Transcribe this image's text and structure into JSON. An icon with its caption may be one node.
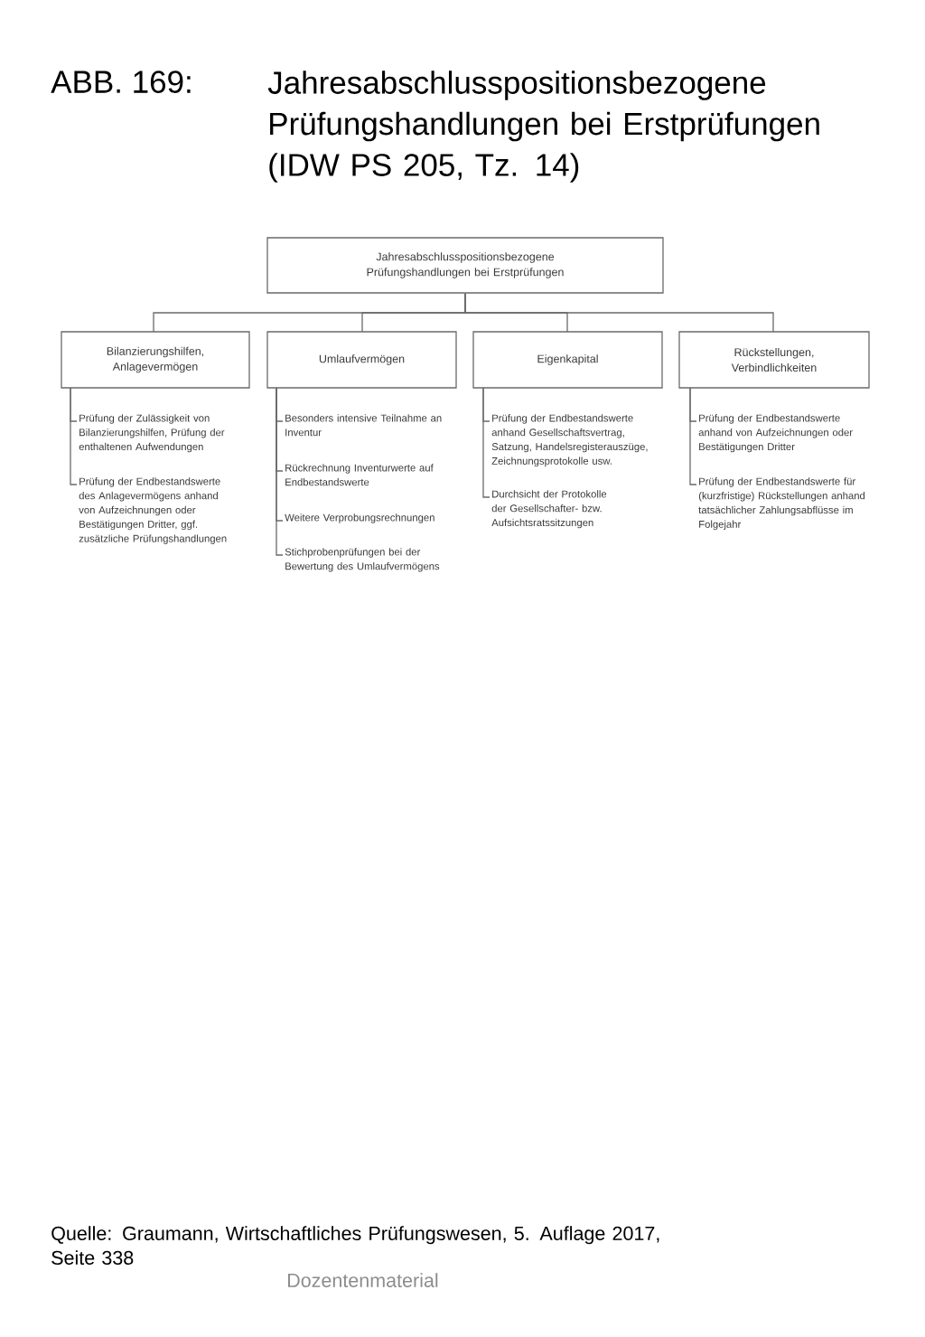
{
  "diagram": {
    "title": "Jahresabschlusspositionsbezogene Prüfungshandlungen bei Erstprüfungen (IDW PS 205, Tz. 14)",
    "nodes": [
      {
        "text": [
          "Jahresabschlusspositionsbezogene Prüfungshandlungen bei Erstprüfungen"
        ]
      },
      {
        "text": [
          "Bilanzierungshilfen, Anlagevermögen"
        ]
      },
      {
        "text": [
          "Umlaufvermögen"
        ]
      },
      {
        "text": [
          "Eigenkapital"
        ]
      },
      {
        "text": [
          "Rückstellungen, Verbindlichkeiten"
        ]
      },
      {
        "text": [
          "Prüfung der Zulässigkeit von Bilanzierungshilfen, Prüfung der enthaltenen Aufwendungen"
        ]
      },
      {
        "text": [
          "Prüfung der Endbestandswerte des Anlagevermögens anhand von Aufzeichnungen oder Bestätigungen Dritter, ggf. zusätzliche Prüfungshandlungen"
        ]
      },
      {
        "text": [
          "Besonders intensive Teilnahme an Inventur"
        ]
      },
      {
        "text": [
          "Rückrechnung Inventurwerte auf Endbestandswerte"
        ]
      },
      {
        "text": [
          "Weitere Verprobungsrechnungen"
        ]
      },
      {
        "text": [
          "Stichprobenprüfungen bei der Bewertung des Umlaufvermögens"
        ]
      },
      {
        "text": [
          "Prüfung der Endbestandswerte anhand Gesellschaftsvertrag, Satzung, Handelsregisterauszüge, Zeichnungsprotokolle usw."
        ]
      },
      {
        "text": [
          "Durchsicht der Protokolle der Gesellschafter- bzw. Aufsichtsratssitzungen"
        ]
      },
      {
        "text": [
          "Prüfung der Endbestandswerte anhand von Aufzeichnungen oder Bestätigungen Dritter"
        ]
      },
      {
        "text": [
          "Prüfung der Endbestandswerte für (kurzfristige) Rückstellungen anhand tatsächlicher Zahlungsabflüsse im Folgejahr"
        ]
      }
    ],
    "edges": [
      {
        "from": 0,
        "to": 1,
        "arrow": "none"
      },
      {
        "from": 0,
        "to": 2,
        "arrow": "none"
      },
      {
        "from": 0,
        "to": 3,
        "arrow": "none"
      },
      {
        "from": 0,
        "to": 4,
        "arrow": "none"
      },
      {
        "from": 1,
        "to": 5,
        "arrow": "none"
      },
      {
        "from": 1,
        "to": 6,
        "arrow": "none"
      },
      {
        "from": 2,
        "to": 7,
        "arrow": "none"
      },
      {
        "from": 2,
        "to": 8,
        "arrow": "none"
      },
      {
        "from": 2,
        "to": 9,
        "arrow": "none"
      },
      {
        "from": 2,
        "to": 10,
        "arrow": "none"
      },
      {
        "from": 3,
        "to": 11,
        "arrow": "none"
      },
      {
        "from": 3,
        "to": 12,
        "arrow": "none"
      },
      {
        "from": 4,
        "to": 13,
        "arrow": "none"
      },
      {
        "from": 4,
        "to": 14,
        "arrow": "none"
      }
    ],
    "labels": [
      "ABB. 169:",
      "Quelle: Graumann, Wirtschaftliches Prüfungswesen, 5. Auflage 2017, Seite 338",
      "Dozentenmaterial"
    ]
  }
}
